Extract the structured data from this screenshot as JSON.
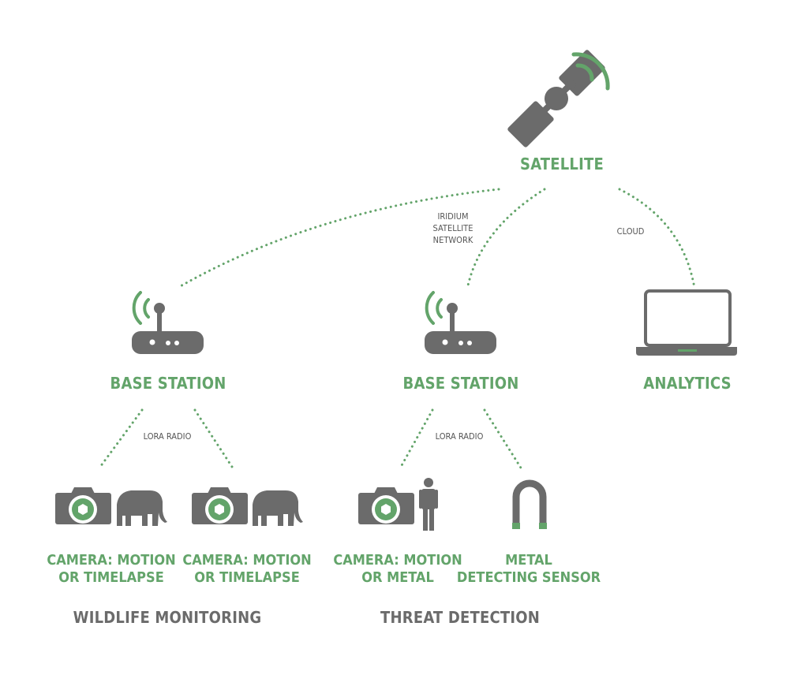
{
  "colors": {
    "accent": "#63a46a",
    "icon_gray": "#6b6b6b"
  },
  "nodes": {
    "satellite": {
      "label": "SATELLITE",
      "icon": "satellite-icon"
    },
    "base_station_left": {
      "label": "BASE STATION",
      "icon": "router-icon"
    },
    "base_station_right": {
      "label": "BASE STATION",
      "icon": "router-icon"
    },
    "analytics": {
      "label": "ANALYTICS",
      "icon": "laptop-icon"
    }
  },
  "links": {
    "iridium": [
      "IRIDIUM",
      "SATELLITE",
      "NETWORK"
    ],
    "cloud": "CLOUD",
    "lora_left": "LORA RADIO",
    "lora_right": "LORA RADIO"
  },
  "devices": {
    "camera_1": [
      "CAMERA: MOTION",
      "OR TIMELAPSE"
    ],
    "camera_2": [
      "CAMERA: MOTION",
      "OR TIMELAPSE"
    ],
    "camera_3": [
      "CAMERA: MOTION",
      "OR METAL"
    ],
    "metal_sensor": [
      "METAL",
      "DETECTING SENSOR"
    ]
  },
  "groups": {
    "wildlife": "WILDLIFE MONITORING",
    "threat": "THREAT DETECTION"
  }
}
